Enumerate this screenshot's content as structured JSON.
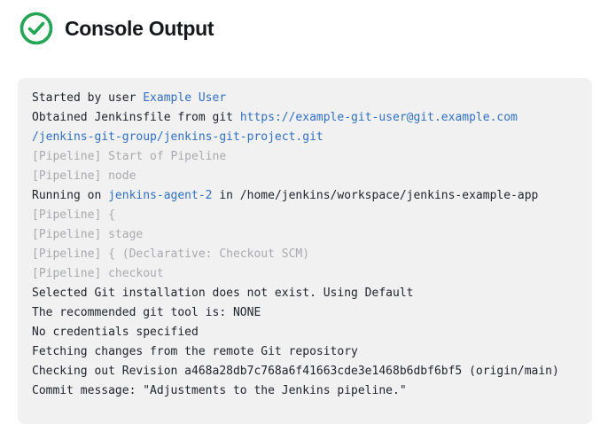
{
  "colors": {
    "success_green": "#23a653",
    "link_blue": "#2f6fc7",
    "muted_gray": "#a9aaad",
    "text_dark": "#20242b",
    "console_background": "#f1f1f2"
  },
  "header": {
    "title": "Console Output",
    "status_icon": "check-circle-icon"
  },
  "console": {
    "lines": [
      {
        "segments": [
          {
            "type": "plain",
            "text": "Started by user "
          },
          {
            "type": "link",
            "text": "Example User"
          }
        ]
      },
      {
        "segments": [
          {
            "type": "plain",
            "text": "Obtained Jenkinsfile from git "
          },
          {
            "type": "link",
            "text": "https://example-git-user@git.example.com"
          }
        ]
      },
      {
        "segments": [
          {
            "type": "link",
            "text": "/jenkins-git-group/jenkins-git-project.git"
          }
        ]
      },
      {
        "segments": [
          {
            "type": "muted",
            "text": "[Pipeline] Start of Pipeline"
          }
        ]
      },
      {
        "segments": [
          {
            "type": "muted",
            "text": "[Pipeline] node"
          }
        ]
      },
      {
        "segments": [
          {
            "type": "plain",
            "text": "Running on "
          },
          {
            "type": "link",
            "text": "jenkins-agent-2"
          },
          {
            "type": "plain",
            "text": " in /home/jenkins/workspace/jenkins-example-app"
          }
        ]
      },
      {
        "segments": [
          {
            "type": "muted",
            "text": "[Pipeline] {"
          }
        ]
      },
      {
        "segments": [
          {
            "type": "muted",
            "text": "[Pipeline] stage"
          }
        ]
      },
      {
        "segments": [
          {
            "type": "muted",
            "text": "[Pipeline] { (Declarative: Checkout SCM)"
          }
        ]
      },
      {
        "segments": [
          {
            "type": "muted",
            "text": "[Pipeline] checkout"
          }
        ]
      },
      {
        "segments": [
          {
            "type": "plain",
            "text": "Selected Git installation does not exist. Using Default"
          }
        ]
      },
      {
        "segments": [
          {
            "type": "plain",
            "text": "The recommended git tool is: NONE"
          }
        ]
      },
      {
        "segments": [
          {
            "type": "plain",
            "text": "No credentials specified"
          }
        ]
      },
      {
        "segments": [
          {
            "type": "plain",
            "text": "Fetching changes from the remote Git repository"
          }
        ]
      },
      {
        "segments": [
          {
            "type": "plain",
            "text": "Checking out Revision a468a28db7c768a6f41663cde3e1468b6dbf6bf5 (origin/main)"
          }
        ]
      },
      {
        "segments": [
          {
            "type": "plain",
            "text": "Commit message: \"Adjustments to the Jenkins pipeline.\""
          }
        ]
      }
    ]
  }
}
